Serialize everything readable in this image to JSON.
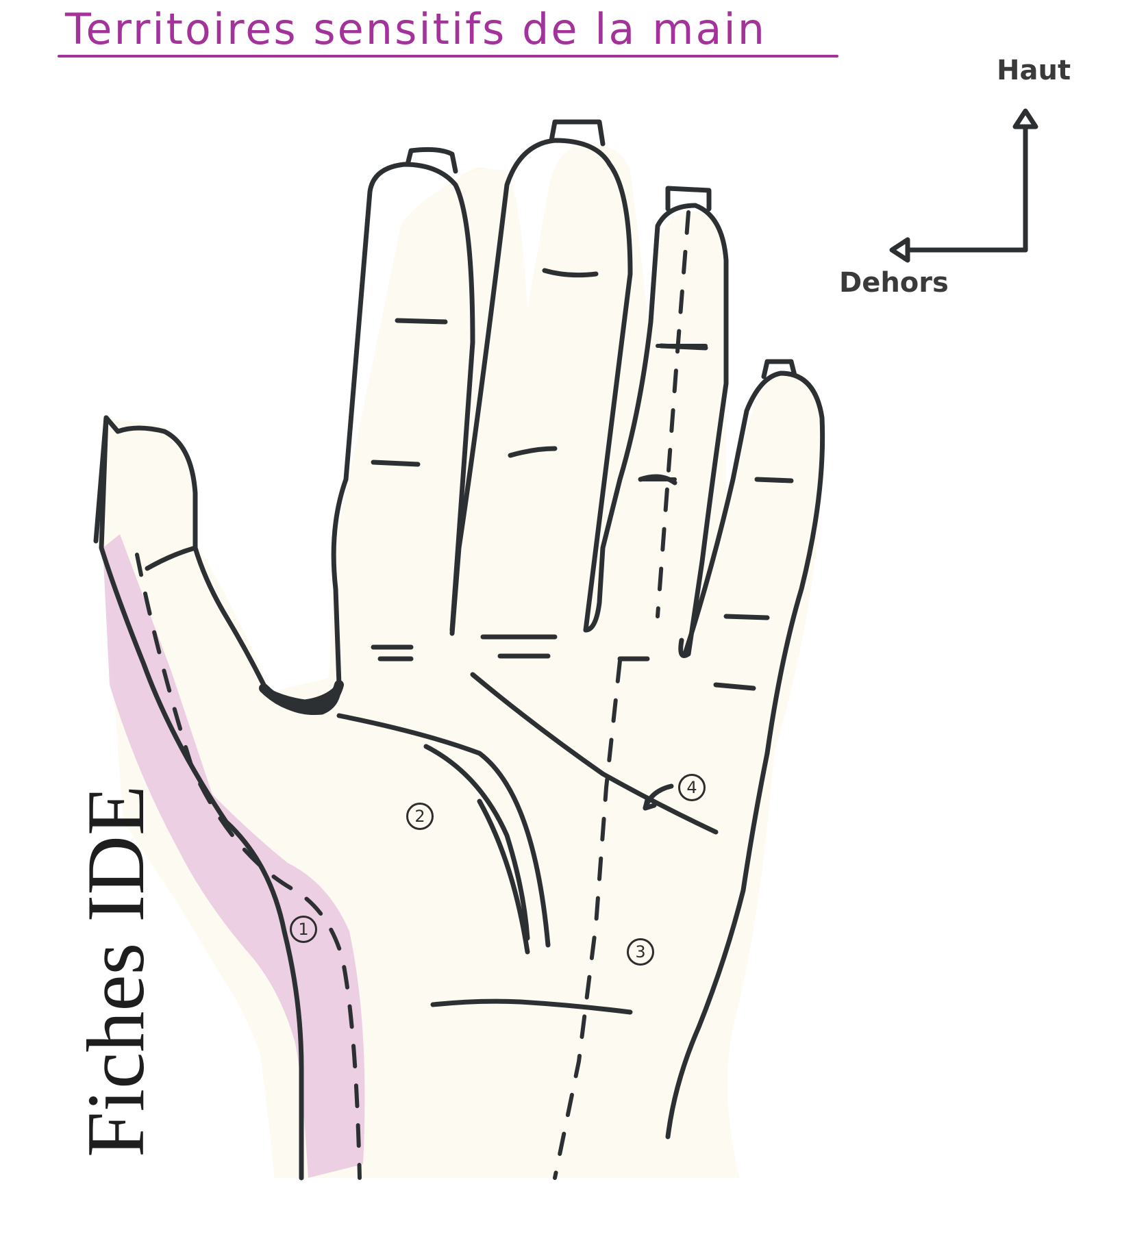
{
  "title": "Territoires sensitifs de la main",
  "watermark": "Fiches IDE",
  "orientation": {
    "up_label": "Haut",
    "out_label": "Dehors"
  },
  "zones": [
    {
      "label": "1"
    },
    {
      "label": "2"
    },
    {
      "label": "3"
    },
    {
      "label": "4"
    }
  ],
  "colors": {
    "title": "#a3339a",
    "outline": "#2d3033",
    "zone_1_fill": "#e9bfe0",
    "palm_fill": "#fdf8ea",
    "background": "#ffffff"
  }
}
